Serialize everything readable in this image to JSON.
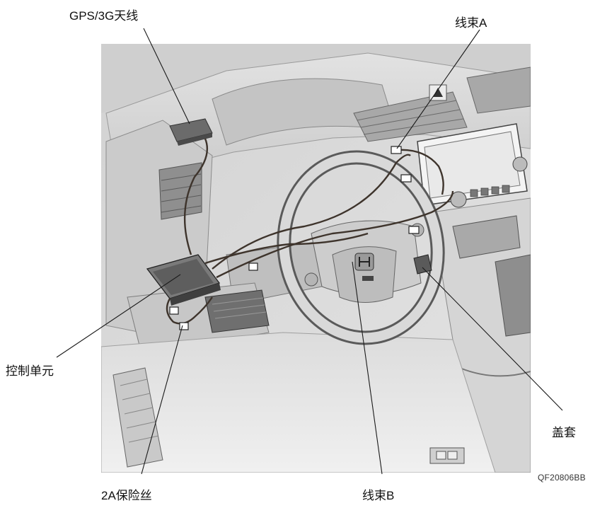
{
  "labels": {
    "antenna": "GPS/3G天线",
    "harness_a": "线束A",
    "control_unit": "控制单元",
    "cover": "盖套",
    "fuse": "2A保险丝",
    "harness_b": "线束B"
  },
  "figure_code": "QF20806BB",
  "colors": {
    "background": "#ffffff",
    "illustration_fill": "#d9d9d9",
    "line": "#3a3a3a",
    "harness": "#4a3f36"
  }
}
